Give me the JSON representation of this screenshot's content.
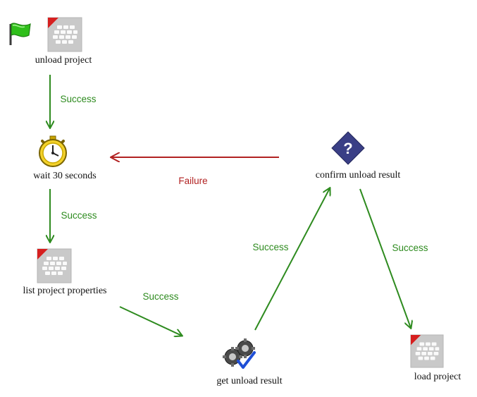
{
  "nodes": {
    "unload_project": {
      "label": "unload project",
      "icon": "task-grid-icon"
    },
    "wait_30_seconds": {
      "label": "wait 30 seconds",
      "icon": "stopwatch-icon"
    },
    "list_project_properties": {
      "label": "list project properties",
      "icon": "task-grid-icon"
    },
    "get_unload_result": {
      "label": "get unload result",
      "icon": "gears-check-icon"
    },
    "confirm_unload_result": {
      "label": "confirm unload result",
      "icon": "decision-question-icon"
    },
    "load_project": {
      "label": "load project",
      "icon": "task-grid-icon"
    }
  },
  "start_marker": {
    "icon": "green-flag-icon"
  },
  "edges": [
    {
      "from": "unload_project",
      "to": "wait_30_seconds",
      "label": "Success",
      "color": "#2e8b1f"
    },
    {
      "from": "wait_30_seconds",
      "to": "list_project_properties",
      "label": "Success",
      "color": "#2e8b1f"
    },
    {
      "from": "list_project_properties",
      "to": "get_unload_result",
      "label": "Success",
      "color": "#2e8b1f"
    },
    {
      "from": "get_unload_result",
      "to": "confirm_unload_result",
      "label": "Success",
      "color": "#2e8b1f"
    },
    {
      "from": "confirm_unload_result",
      "to": "load_project",
      "label": "Success",
      "color": "#2e8b1f"
    },
    {
      "from": "confirm_unload_result",
      "to": "wait_30_seconds",
      "label": "Failure",
      "color": "#b22222"
    }
  ],
  "colors": {
    "success": "#2e8b1f",
    "failure": "#b22222",
    "decision": "#3a3f86",
    "flag": "#2fbf1a",
    "stopwatch": "#f3d12a"
  }
}
